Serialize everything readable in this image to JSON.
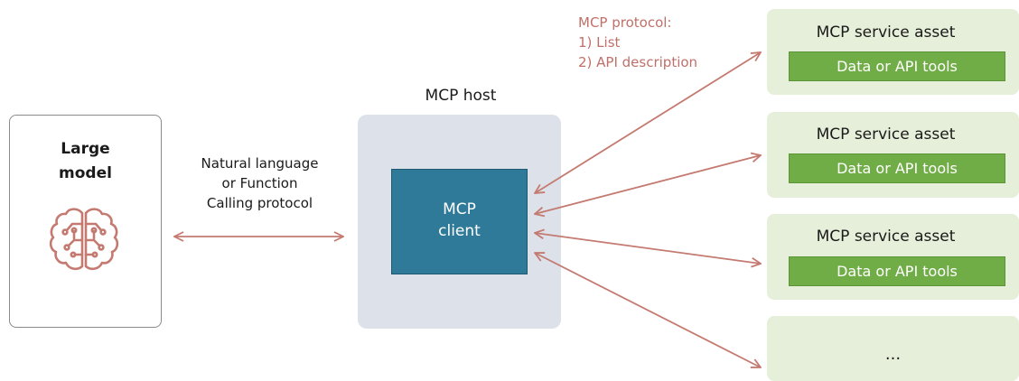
{
  "model": {
    "title": "Large\nmodel",
    "icon": "brain-icon"
  },
  "link_protocol": "Natural language\nor Function\nCalling protocol",
  "host": {
    "label": "MCP host",
    "client": "MCP\nclient"
  },
  "mcp_protocol": "MCP protocol:\n1) List\n2) API description",
  "assets": [
    {
      "title": "MCP service asset",
      "tools": "Data or API tools"
    },
    {
      "title": "MCP service asset",
      "tools": "Data or API tools"
    },
    {
      "title": "MCP service asset",
      "tools": "Data or API tools"
    }
  ],
  "more": "...",
  "colors": {
    "arrow": "#c47a70",
    "host_bg": "#dde1e9",
    "client_bg": "#2f7a99",
    "asset_bg": "#e6efd9",
    "tools_bg": "#70ad47",
    "protocol_text": "#c0706a"
  }
}
